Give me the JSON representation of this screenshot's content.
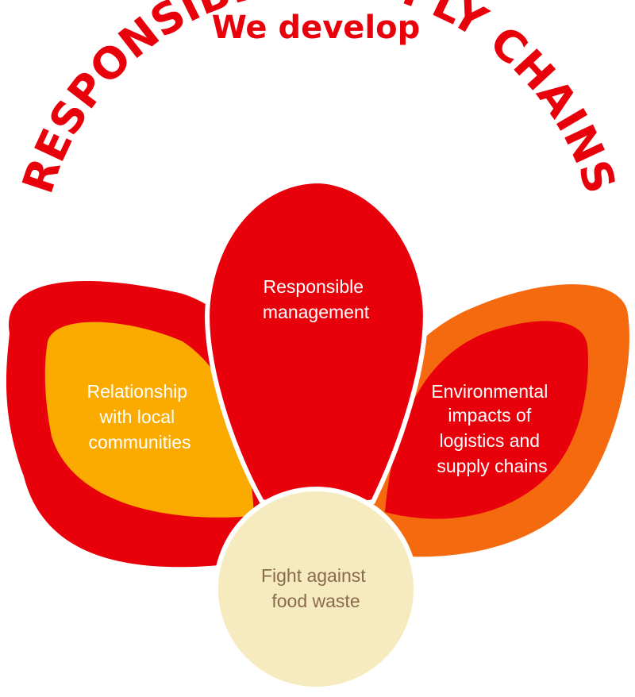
{
  "headline": {
    "line1": "We develop",
    "line2": "RESPONSIBLE SUPPLY CHAINS"
  },
  "petals": {
    "left": {
      "lines": [
        "Relationship",
        "with local",
        "communities"
      ]
    },
    "center": {
      "lines": [
        "Responsible",
        "management"
      ]
    },
    "right": {
      "lines": [
        "Environmental",
        "impacts of",
        "logistics and",
        "supply chains"
      ]
    }
  },
  "center_circle": {
    "lines": [
      "Fight against",
      "food waste"
    ]
  },
  "colors": {
    "red": "#e8000b",
    "orange": "#f56a0f",
    "yellow": "#fbab00",
    "cream": "#f6ebbf",
    "white_text": "#ffffff",
    "cream_text": "#8a6a4a"
  }
}
